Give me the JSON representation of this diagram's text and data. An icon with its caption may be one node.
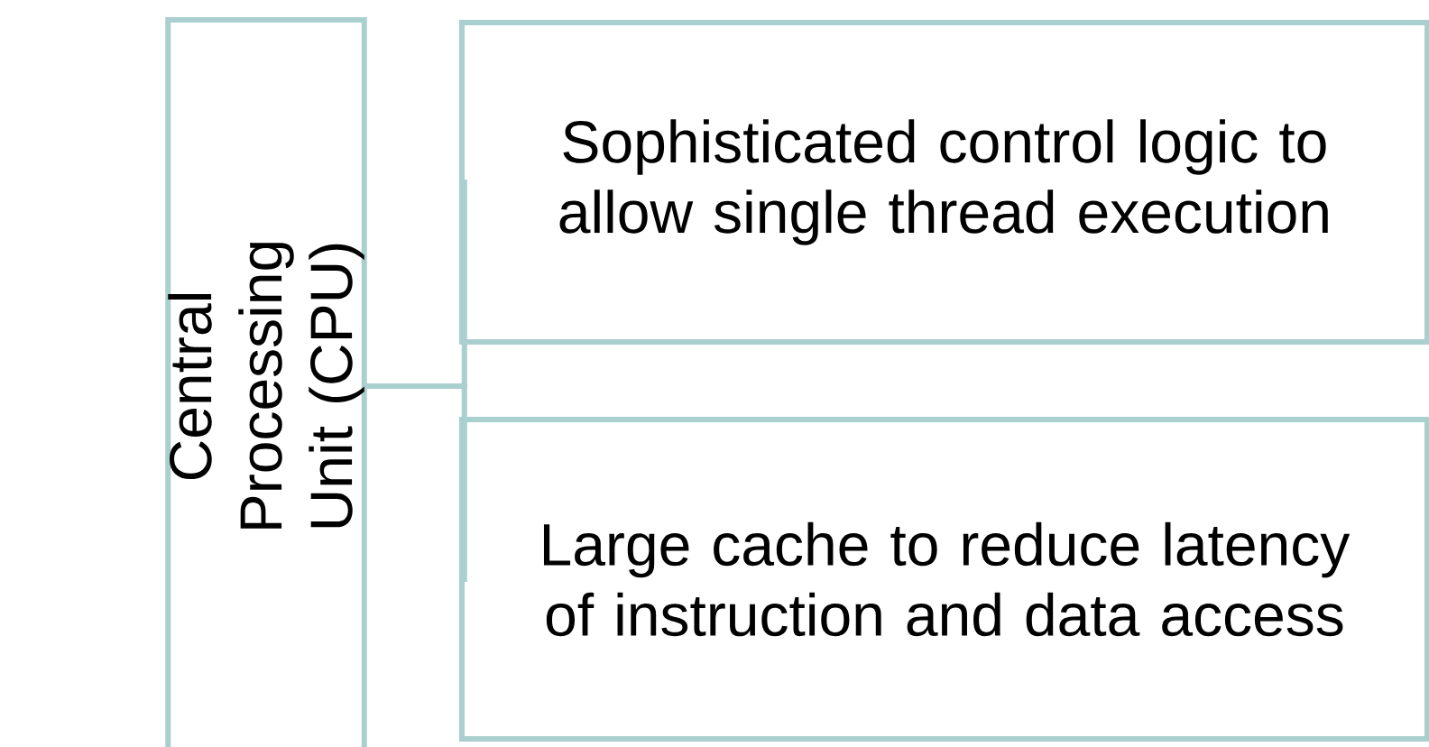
{
  "diagram": {
    "nodes": [
      {
        "text": [
          "Central Processing Unit (CPU)"
        ]
      },
      {
        "text": [
          "Sophisticated control logic to allow single thread execution"
        ]
      },
      {
        "text": [
          "Large cache to reduce latency of instruction and data access"
        ]
      }
    ],
    "edges": [
      {
        "from": 0,
        "to": 1,
        "arrow": "none"
      },
      {
        "from": 0,
        "to": 2,
        "arrow": "none"
      }
    ]
  }
}
